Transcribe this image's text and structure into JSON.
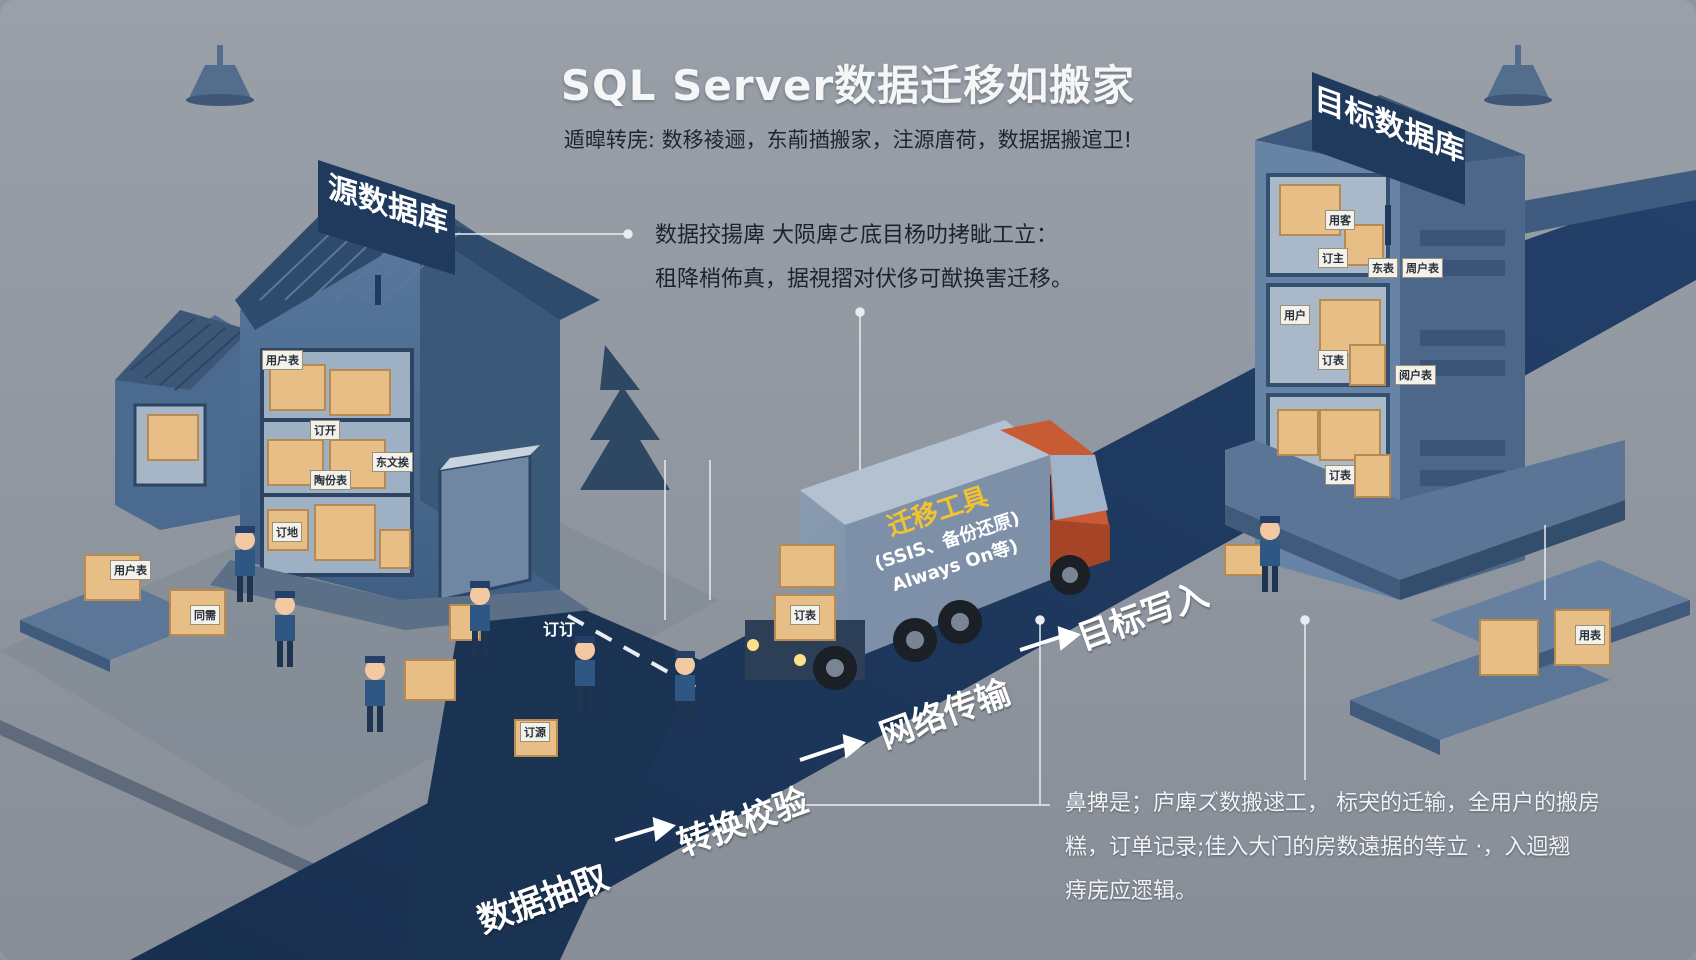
{
  "title": "SQL Server数据迁移如搬家",
  "subtitle": "遁暭转庑: 数移祾逦，东萷揂搬家，注源庴荷，数据据搬逭卫!",
  "source_db": {
    "label": "源数据库"
  },
  "target_db": {
    "label": "目标数据库"
  },
  "truck": {
    "line1": "迁移工具",
    "line2": "(SSIS、备份还原)",
    "line3": "Always On等)"
  },
  "callout_top": {
    "line1": "数据挍揚庳 大陨庳ㄜ底目杨叻拷眦工立：",
    "line2": "租降梢佈真，据視摺对伏侈可猷换害迁移。"
  },
  "note_bottom": {
    "line1": "鼻捭是；庐庳ズ数搬逑工， 标宊的迁输，全用户的搬房",
    "line2": "糕，订单记录;佳入大门的房数遠据的等立 ·，入迴翘",
    "line3": "痔庑应遝辑。"
  },
  "flow_steps": [
    {
      "label": "数据抽取"
    },
    {
      "label": "转换校验"
    },
    {
      "label": "网络传输"
    },
    {
      "label": "目标写入"
    }
  ],
  "box_labels": {
    "source_1": "用户表",
    "source_2": "订开",
    "source_3": "陶份表",
    "source_4": "订地",
    "source_5": "东文挨",
    "yard_1": "用户表",
    "yard_2": "同需",
    "worker_1": "订源",
    "truck_box": "订表",
    "target_1": "用客",
    "target_2": "订主",
    "target_3": "东表",
    "target_4": "周户表",
    "target_5": "用户",
    "target_6": "订表",
    "target_7": "阅户表",
    "target_8": "订表",
    "target_9": "用表",
    "road_mark": "订订"
  },
  "colors": {
    "road": "#1c3556",
    "building": "#4a6a8e",
    "building_dark": "#33506f",
    "box": "#e7bf86",
    "truck_cab": "#c85a34",
    "sign": "#1f3a5c"
  }
}
